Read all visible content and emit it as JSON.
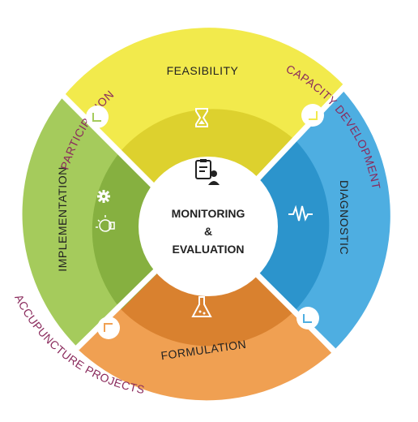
{
  "center": {
    "line1": "MONITORING",
    "line2": "&",
    "line3": "EVALUATION",
    "icon": "clipboard-person-icon"
  },
  "segments": [
    {
      "label": "FEASIBILITY",
      "color": "#f2ea4c",
      "inner_color": "#ddd12e",
      "icon": "hourglass-icon"
    },
    {
      "label": "DIAGNOSTIC",
      "color": "#4eaee1",
      "inner_color": "#2c94cc",
      "icon": "heartbeat-icon"
    },
    {
      "label": "FORMULATION",
      "color": "#f0a052",
      "inner_color": "#d9812f",
      "icon": "flask-icon"
    },
    {
      "label": "IMPLEMENTATION",
      "color": "#a5cb5c",
      "inner_color": "#86b040",
      "icon": "gear-bulb-icon"
    }
  ],
  "outer_labels": {
    "top_left": "PARTICIPATION",
    "right": "CAPACITY DEVELOPMENT",
    "bottom_left": "ACCUPUNCTURE PROJECTS"
  },
  "connectors": {
    "icon": "corner-arrow-icon",
    "color": "#ffffff"
  }
}
